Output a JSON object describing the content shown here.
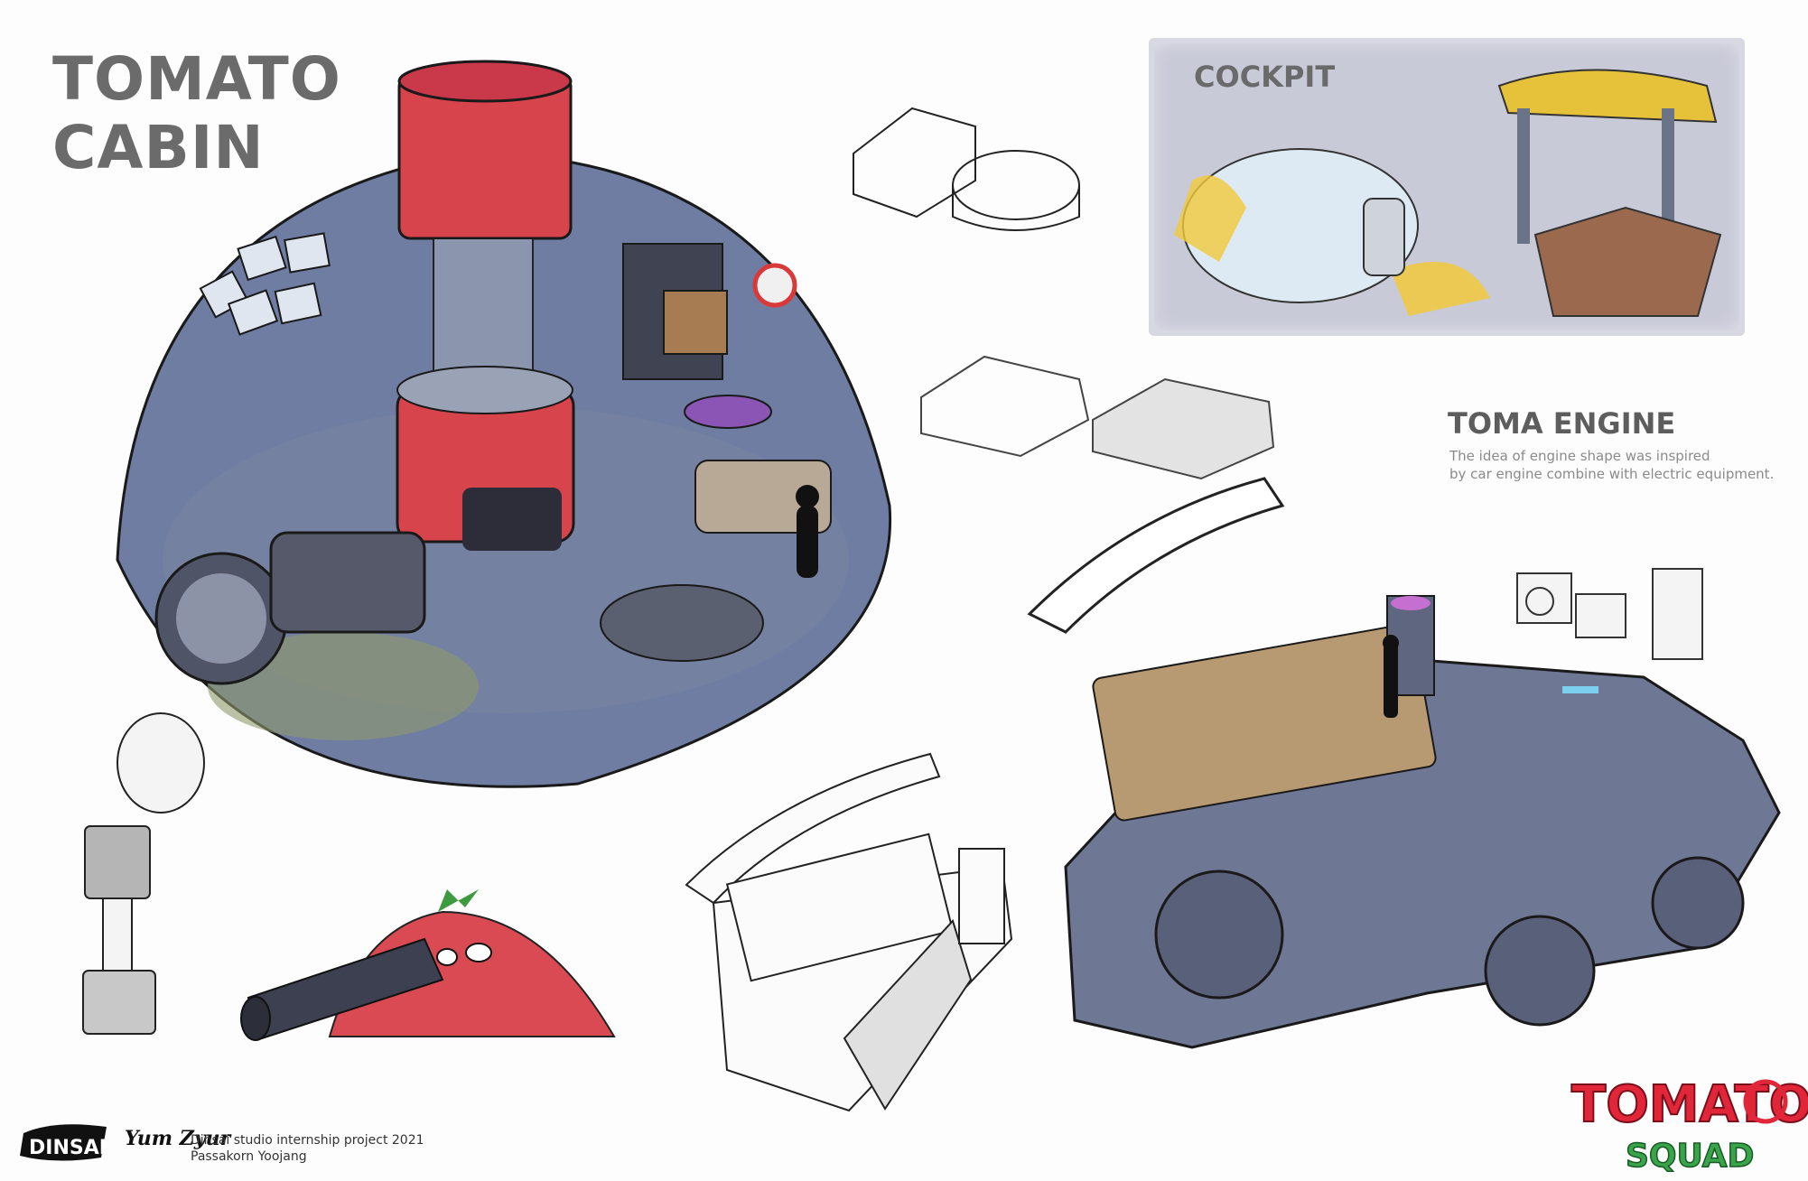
{
  "title": {
    "line1": "TOMATO",
    "line2": "CABIN"
  },
  "cockpit": {
    "title": "COCKPIT"
  },
  "engine": {
    "title": "TOMA ENGINE",
    "desc_line1": "The idea of engine shape was inspired",
    "desc_line2": "by car engine combine with electric equipment."
  },
  "credits": {
    "line1": "Dinsai studio internship project 2021",
    "line2": "Passakorn Yoojang"
  },
  "logos": {
    "studio": "DINSAI",
    "signature": "Yum Zyur",
    "game_line1": "TOMATO",
    "game_line2": "SQUAD"
  },
  "colors": {
    "heading_gray": "#6b6b6b",
    "dome_fill": "#6f7da3",
    "tower_red": "#d8444c",
    "engine_tan": "#b89a72",
    "engine_blue": "#6e7794",
    "logo_red": "#e2263a",
    "logo_green": "#3aa44a"
  }
}
